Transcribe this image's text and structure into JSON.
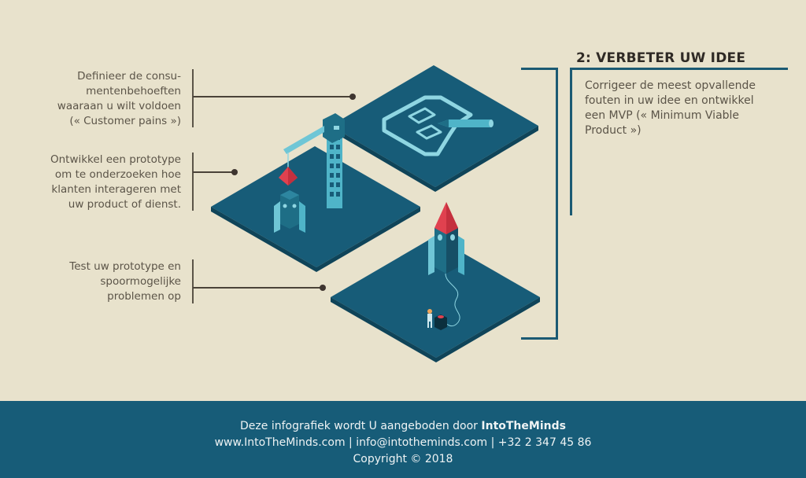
{
  "callouts": [
    {
      "text": "Definieer de consu-mentenbehoeften waaraan u wilt voldoen (« Customer pains »)",
      "lines": [
        "Definieer de consu-",
        "mentenbehoeften",
        "waaraan u wilt voldoen",
        "(« Customer pains »)"
      ]
    },
    {
      "text": "Ontwikkel een prototype om te onderzoeken hoe klanten interageren met uw product of dienst.",
      "lines": [
        "Ontwikkel een prototype",
        "om te onderzoeken hoe",
        "klanten interageren met",
        "uw product of dienst."
      ]
    },
    {
      "text": "Test uw prototype en spoormogelijke problemen op",
      "lines": [
        "Test uw prototype en",
        "spoormogelijke",
        "problemen op"
      ]
    }
  ],
  "step": {
    "title": "2: VERBETER UW IDEE",
    "description_lines": [
      "Corrigeer de meest opvallende",
      "fouten in uw idee en ontwikkel",
      "een MVP (« Minimum Viable",
      "Product »)"
    ]
  },
  "footer": {
    "line1_prefix": "Deze infografiek wordt U aangeboden door ",
    "line1_brand": "IntoTheMinds",
    "line2": "www.IntoTheMinds.com | info@intotheminds.com | +32 2 347 45 86",
    "line3": "Copyright © 2018"
  },
  "illustration": {
    "tiles": [
      "blueprint-tile",
      "crane-tile",
      "rocket-launch-tile"
    ],
    "icons": [
      "blueprint-icon",
      "pencil-icon",
      "crane-icon",
      "rocket-icon",
      "person-icon",
      "launch-button-icon"
    ]
  },
  "colors": {
    "background": "#e8e2cc",
    "tile": "#175c78",
    "tile_side": "#0f4459",
    "accent_light": "#6fc6d6",
    "rocket_tip": "#e0414f",
    "text": "#5b5448",
    "footer_bg": "#175c78"
  }
}
